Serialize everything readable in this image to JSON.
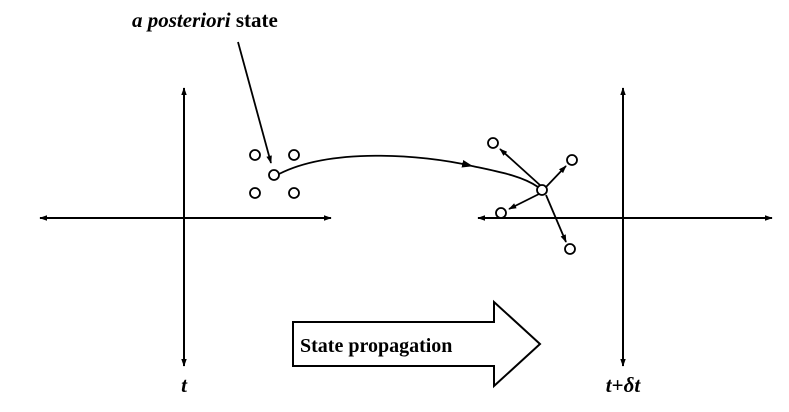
{
  "title": {
    "italic_part": "a posteriori",
    "plain_part": " state"
  },
  "arrow_label": "State propagation",
  "axis_label_left": "t",
  "axis_label_right": {
    "t_part": "t",
    "plus": "+",
    "delta_part": "δt"
  },
  "colors": {
    "ink": "#000000",
    "background": "#ffffff"
  }
}
